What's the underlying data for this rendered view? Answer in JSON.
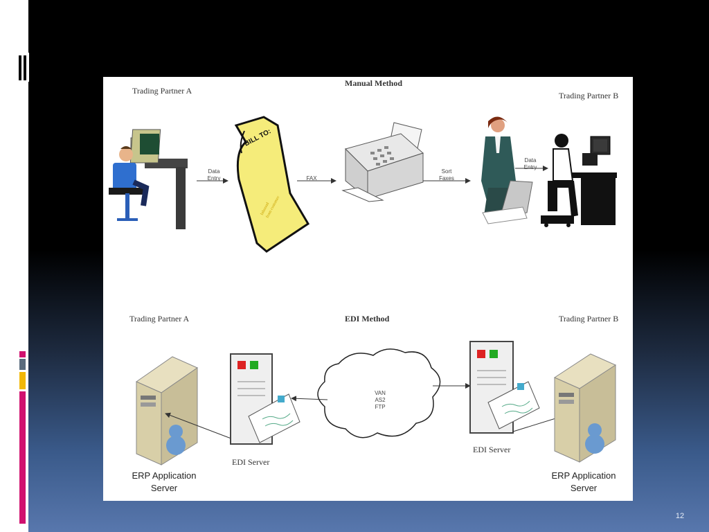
{
  "slide": {
    "page_number": "12",
    "accent_colors": {
      "magenta": "#d0116f",
      "slate": "#5a6b7d",
      "gold": "#f2b705"
    }
  },
  "manual_method": {
    "title": "Manual Method",
    "partner_a": "Trading Partner A",
    "partner_b": "Trading Partner B",
    "step_data_entry_1": [
      "Data",
      "Entry"
    ],
    "document_heading": "BILL TO:",
    "document_script": [
      "Inbound",
      "from customer"
    ],
    "step_fax": "FAX",
    "step_sort_faxes": [
      "Sort",
      "Faxes"
    ],
    "step_data_entry_2": [
      "Data",
      "Entry"
    ]
  },
  "edi_method": {
    "title": "EDI Method",
    "partner_a": "Trading Partner A",
    "partner_b": "Trading Partner B",
    "cloud_lines": [
      "VAN",
      "AS2",
      "FTP"
    ],
    "edi_server_label_left": "EDI Server",
    "edi_server_label_right": "EDI Server",
    "erp_left": [
      "ERP Application",
      "Server"
    ],
    "erp_right": [
      "ERP Application",
      "Server"
    ]
  }
}
